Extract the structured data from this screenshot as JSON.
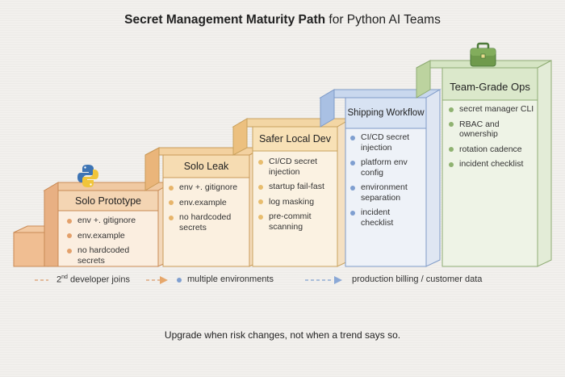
{
  "title": {
    "bold": "Secret Management Maturity Path",
    "rest": "for Python AI Teams"
  },
  "stages": [
    {
      "name": "Solo Prototype",
      "items": [
        "env +. gitignore",
        "env.example",
        "no hardcoded secrets"
      ],
      "color": "#e3a06a"
    },
    {
      "name": "Solo Leak",
      "items": [
        "env +. gitignore",
        "env.example",
        "no hardcoded secrets"
      ],
      "color": "#e7b46a"
    },
    {
      "name": "Safer Local Dev",
      "items": [
        "CI/CD secret injection",
        "startup fail-fast",
        "log masking",
        "pre-commit scanning"
      ],
      "color": "#e8bd6e"
    },
    {
      "name": "Shipping Workflow",
      "items": [
        "CI/CD secret injection",
        "platform env config",
        "environment separation",
        "incident checklist"
      ],
      "color": "#7f9fd0"
    },
    {
      "name": "Team-Grade Ops",
      "items": [
        "secret manager CLI",
        "RBAC and ownership",
        "rotation cadence",
        "incident checklist"
      ],
      "color": "#8fb271"
    }
  ],
  "legend": {
    "trigger1_base": "2",
    "trigger1_sup": "nd",
    "trigger1_rest": " developer joins",
    "trigger2": "multiple environments",
    "trigger3": "production billing / customer  data"
  },
  "footer": "Upgrade when risk changes, not when a trend says so.",
  "icons": {
    "python": "python-logo-icon",
    "briefcase": "briefcase-icon"
  }
}
